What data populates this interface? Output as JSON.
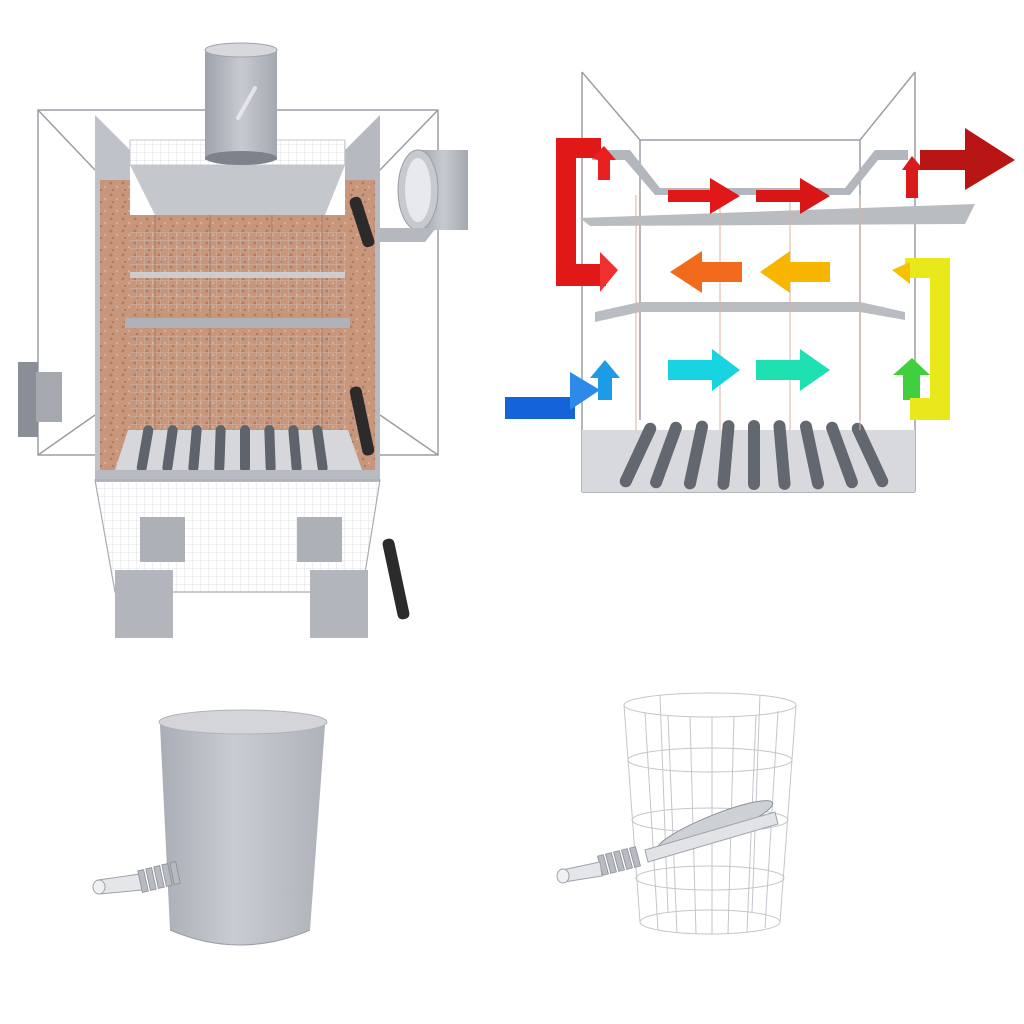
{
  "colors": {
    "background": "#ffffff",
    "frame_line": "#9a9ea6",
    "sheet_metal": "#b9bcc3",
    "sheet_metal_dark": "#8d9199",
    "insulation_board": "#c8967a",
    "grate_bar": "#6e7179",
    "handle": "#2b2b2b",
    "wire_mesh": "#c9ccd2",
    "airflow_hot": "#d81c1c",
    "airflow_warm_orange": "#f26a1b",
    "airflow_warm_yellow": "#f7b500",
    "airflow_mid_yellow": "#e8e81a",
    "airflow_mid_green": "#3fcf3f",
    "airflow_cool_cyan": "#18d3e0",
    "airflow_cool_teal": "#1ee0b0",
    "airflow_cold_blue": "#1463d9"
  },
  "panels": [
    {
      "id": "assembled-box",
      "icons": [
        "chimney-icon",
        "side-duct-icon",
        "door-handle-icon",
        "ash-drawer-icon",
        "grate-icon"
      ]
    },
    {
      "id": "airflow-diagram",
      "arrow_sequence": [
        "airflow_cold_blue",
        "airflow_cool_cyan",
        "airflow_cool_teal",
        "airflow_mid_green",
        "airflow_mid_yellow",
        "airflow_warm_yellow",
        "airflow_warm_orange",
        "airflow_hot"
      ]
    },
    {
      "id": "solid-cylinder",
      "icons": [
        "cylinder-icon",
        "threaded-rod-icon"
      ]
    },
    {
      "id": "wire-cylinder",
      "icons": [
        "wire-basket-icon",
        "probe-icon"
      ]
    }
  ]
}
